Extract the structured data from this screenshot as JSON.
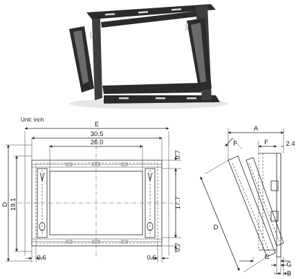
{
  "unit_label": "Unit: inch",
  "front_view": {
    "overall_width_label": "E",
    "outer_width": "30.5",
    "inner_width": "26.0",
    "overall_height_label": "D",
    "outer_height": "19.1",
    "inner_height": "17.7",
    "top_rail": "0.7",
    "bottom_rail": "0.7",
    "left_offset": "0.6",
    "right_offset": "0.6"
  },
  "side_view": {
    "depth_label": "A",
    "upper_label_f_left": "F",
    "upper_label_f_right": "F",
    "wall_gap": "2.4",
    "diagonal_label": "D",
    "bottom_label_c": "C",
    "bottom_label_g": "G",
    "bottom_label_b": "B"
  },
  "colors": {
    "metal": "#2b2b2b",
    "line": "#222222",
    "background": "#ffffff"
  }
}
